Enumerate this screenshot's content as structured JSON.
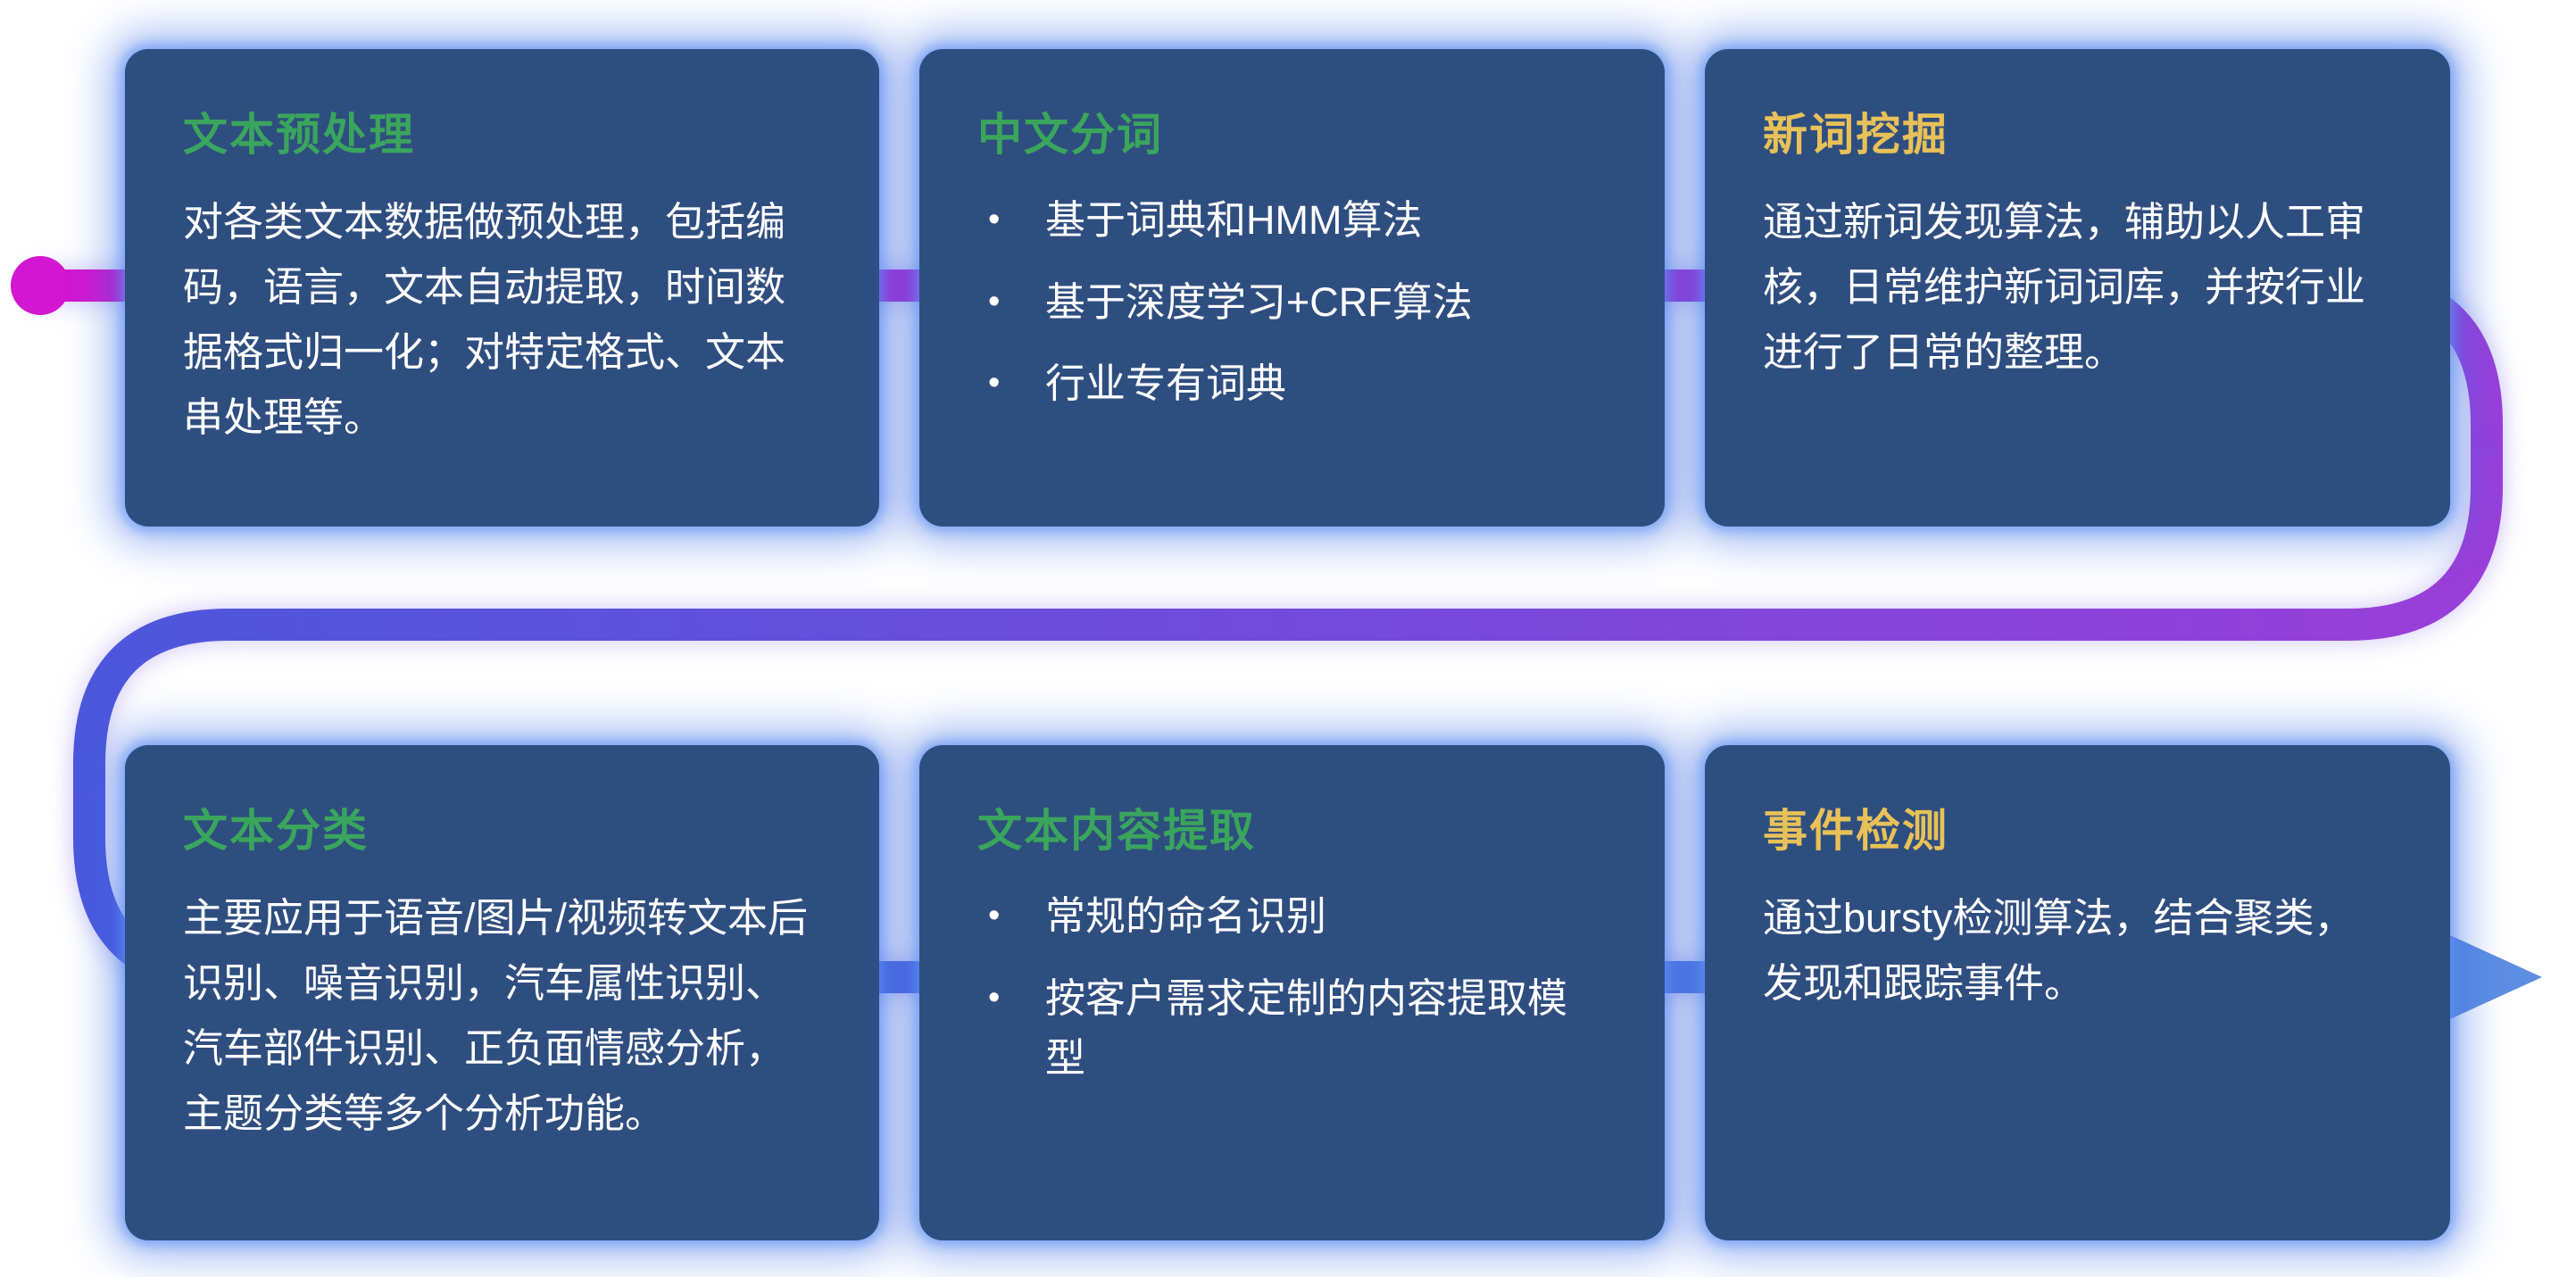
{
  "pipeline": {
    "start_color": "#d316cf",
    "purple": "#9a3ed9",
    "blue_violet": "#4b57dc",
    "end_color": "#5e8ee2"
  },
  "cards": [
    {
      "id": "text-preprocessing",
      "title": "文本预处理",
      "title_color": "#3aa55c",
      "body": "对各类文本数据做预处理，包括编码，语言，文本自动提取，时间数据格式归一化；对特定格式、文本串处理等。"
    },
    {
      "id": "chinese-word-segmentation",
      "title": "中文分词",
      "title_color": "#3aa55c",
      "bullets": [
        "基于词典和HMM算法",
        "基于深度学习+CRF算法",
        "行业专有词典"
      ]
    },
    {
      "id": "new-word-mining",
      "title": "新词挖掘",
      "title_color": "#e8c158",
      "body": "通过新词发现算法，辅助以人工审核，日常维护新词词库，并按行业进行了日常的整理。"
    },
    {
      "id": "text-classification",
      "title": "文本分类",
      "title_color": "#3aa55c",
      "body": "主要应用于语音/图片/视频转文本后识别、噪音识别，汽车属性识别、汽车部件识别、正负面情感分析，主题分类等多个分析功能。"
    },
    {
      "id": "text-content-extraction",
      "title": "文本内容提取",
      "title_color": "#3aa55c",
      "bullets": [
        "常规的命名识别",
        "按客户需求定制的内容提取模型"
      ]
    },
    {
      "id": "event-detection",
      "title": "事件检测",
      "title_color": "#e8c158",
      "body": "通过bursty检测算法，结合聚类，发现和跟踪事件。"
    }
  ],
  "bullet_glyph": "•"
}
